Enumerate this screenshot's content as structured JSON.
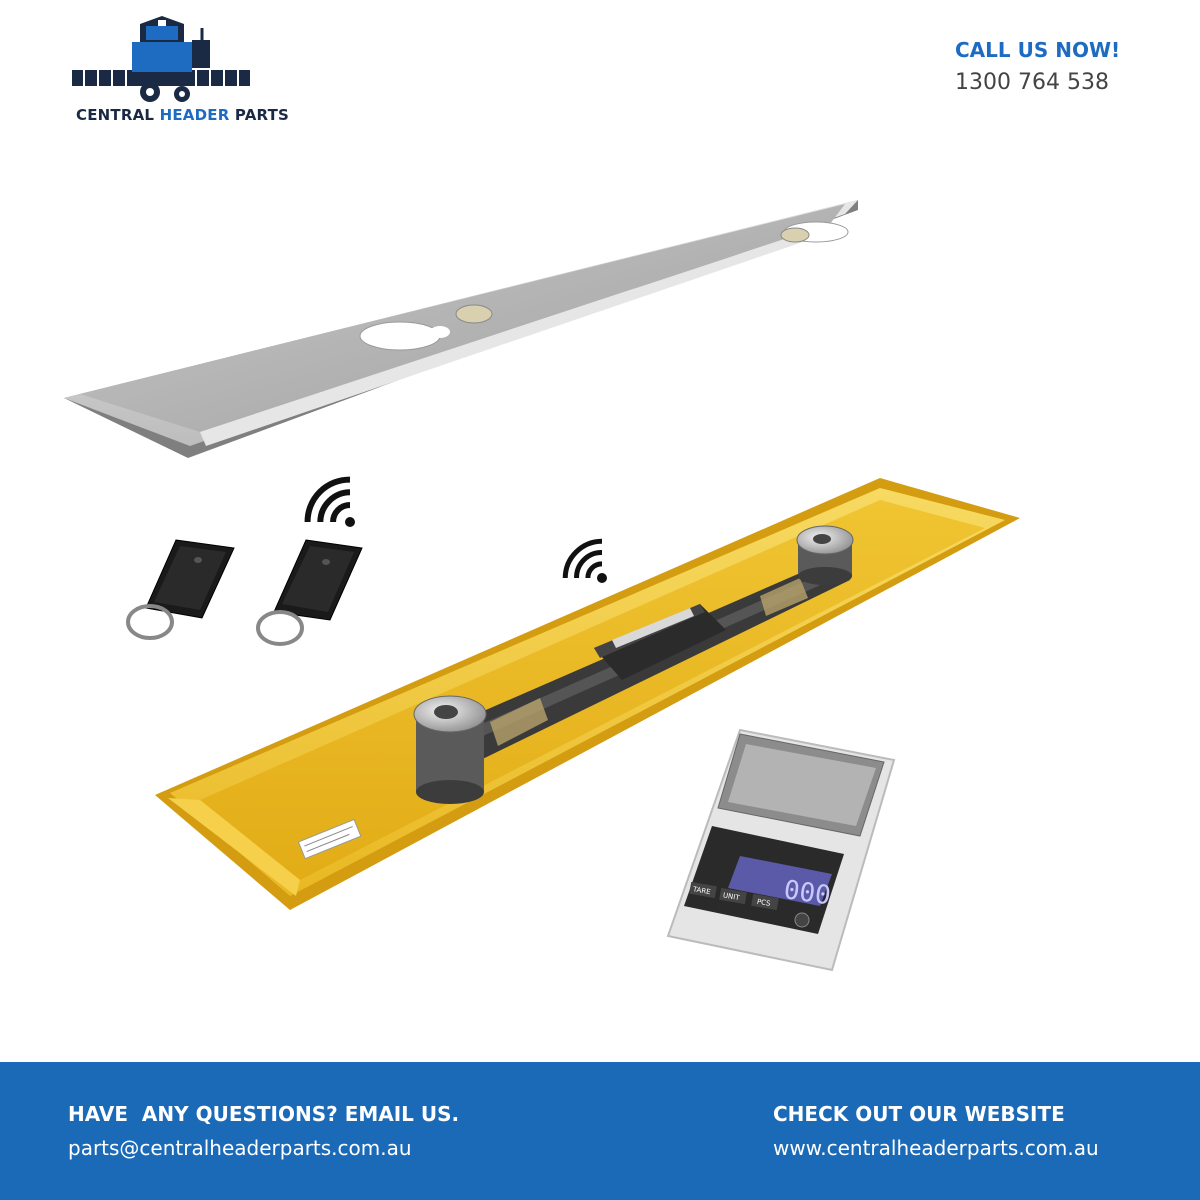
{
  "brand": {
    "name_part1": "CENTRAL ",
    "name_accent": "HEADER",
    "name_part2": " PARTS",
    "colors": {
      "dark": "#1b2a44",
      "blue": "#1d6cc1"
    }
  },
  "contact_top": {
    "title": "CALL US NOW!",
    "phone": "1300 764 538"
  },
  "product": {
    "items": [
      "steel cover plate",
      "yellow sensor tray with magnets",
      "two remote key fobs",
      "wireless signal icons",
      "digital scale"
    ],
    "scale_display": "000",
    "scale_buttons": [
      "TARE",
      "UNIT",
      "PCS"
    ]
  },
  "footer": {
    "left_title": "HAVE  ANY QUESTIONS? EMAIL US.",
    "left_link": "parts@centralheaderparts.com.au",
    "right_title": "CHECK OUT OUR WEBSITE",
    "right_link": "www.centralheaderparts.com.au",
    "background": "#1b6ab8"
  }
}
